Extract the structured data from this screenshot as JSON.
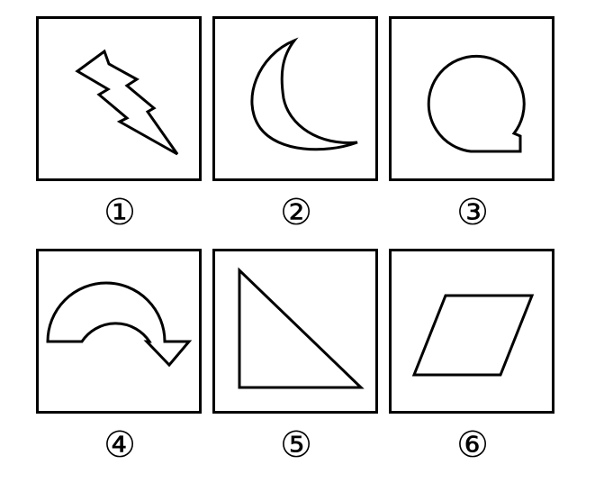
{
  "figures": [
    {
      "label": "①",
      "shape": "lightning-bolt"
    },
    {
      "label": "②",
      "shape": "crescent-moon"
    },
    {
      "label": "③",
      "shape": "circle-with-notch"
    },
    {
      "label": "④",
      "shape": "curved-arrow"
    },
    {
      "label": "⑤",
      "shape": "right-triangle"
    },
    {
      "label": "⑥",
      "shape": "parallelogram"
    }
  ]
}
